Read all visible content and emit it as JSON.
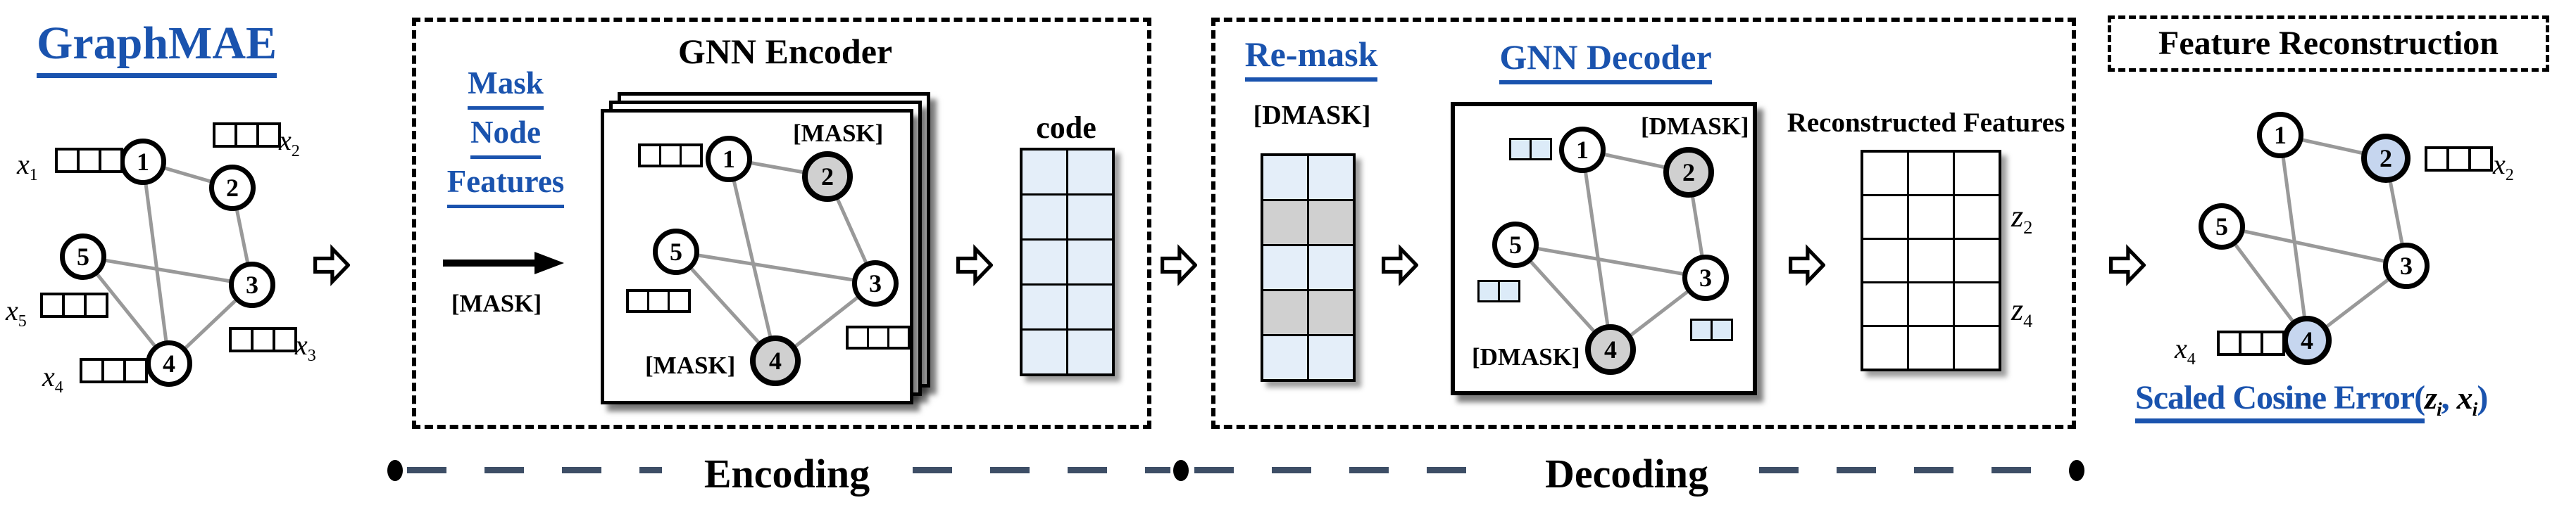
{
  "colors": {
    "heading_blue": "#1a53ae",
    "cell_light_blue": "#e4eef9",
    "masked_gray": "#d0d0d0",
    "recon_node_blue": "#c6d6ef",
    "edge_gray": "#999999",
    "rail_navy": "#3d4e66"
  },
  "header": {
    "title": "GraphMAE"
  },
  "node_labels": [
    "1",
    "2",
    "3",
    "4",
    "5"
  ],
  "features": {
    "x1": {
      "v": "x",
      "s": "1"
    },
    "x2": {
      "v": "x",
      "s": "2"
    },
    "x3": {
      "v": "x",
      "s": "3"
    },
    "x4": {
      "v": "x",
      "s": "4"
    },
    "x5": {
      "v": "x",
      "s": "5"
    }
  },
  "encoding": {
    "rail_label": "Encoding",
    "mask_note_lines": [
      "Mask",
      "Node",
      "Features"
    ],
    "mask_token": "[MASK]",
    "encoder_title": "GNN Encoder",
    "code_label": "code"
  },
  "decoding": {
    "rail_label": "Decoding",
    "remask_title": "Re-mask",
    "dmask_token": "[DMASK]",
    "decoder_title": "GNN Decoder",
    "reconstructed_title": "Reconstructed Features",
    "z2": {
      "v": "z",
      "s": "2"
    },
    "z4": {
      "v": "z",
      "s": "4"
    }
  },
  "reconstruction": {
    "title": "Feature Reconstruction",
    "error_label": "Scaled Cosine Error(",
    "zi": {
      "v": "z",
      "s": "i"
    },
    "comma": ", ",
    "xi": {
      "v": "x",
      "s": "i"
    },
    "close": ")"
  }
}
